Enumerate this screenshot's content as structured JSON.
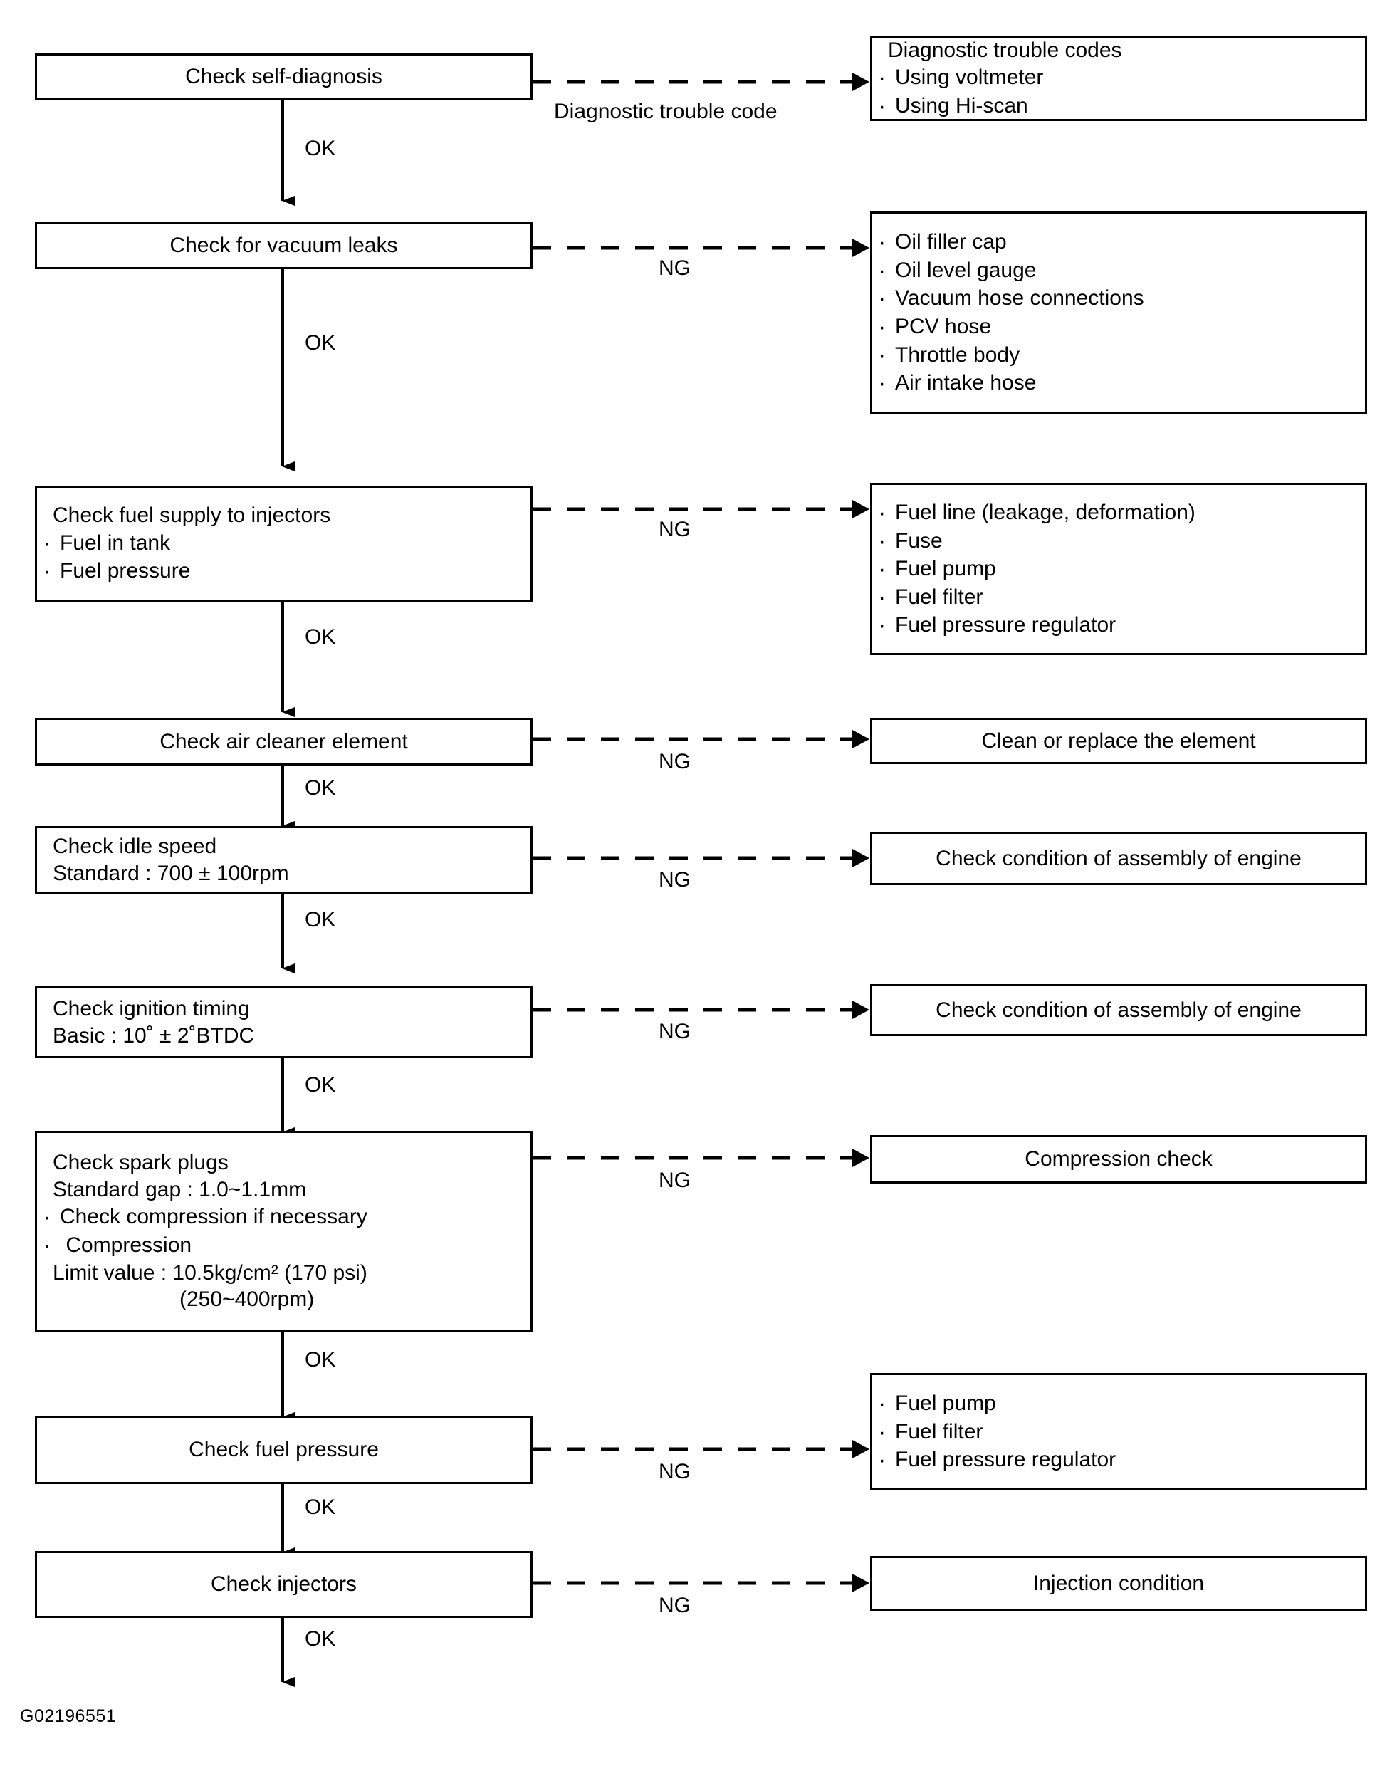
{
  "figure": {
    "code": "G02196551",
    "type": "troubleshooting-flowchart",
    "edge_label_ok": "OK",
    "edge_label_ng": "NG",
    "edge_label_dtc": "Diagnostic trouble code"
  },
  "steps": [
    {
      "id": "check-self-diagnosis",
      "title": "Check self-diagnosis",
      "align": "center",
      "down_label": "OK",
      "branch_label": "Diagnostic trouble code"
    },
    {
      "id": "check-vacuum-leaks",
      "title": "Check for vacuum leaks",
      "align": "center",
      "down_label": "OK",
      "branch_label": "NG"
    },
    {
      "id": "check-fuel-supply",
      "title": "Check fuel supply to injectors",
      "align": "left",
      "bullets": [
        "Fuel in tank",
        "Fuel pressure"
      ],
      "down_label": "OK",
      "branch_label": "NG"
    },
    {
      "id": "check-air-cleaner",
      "title": "Check air cleaner element",
      "align": "center",
      "down_label": "OK",
      "branch_label": "NG"
    },
    {
      "id": "check-idle-speed",
      "title": "Check idle speed",
      "align": "left",
      "lines": [
        "Standard : 700 ± 100rpm"
      ],
      "down_label": "OK",
      "branch_label": "NG"
    },
    {
      "id": "check-ignition-timing",
      "title": "Check ignition timing",
      "align": "left",
      "lines": [
        "Basic : 10˚ ± 2˚BTDC"
      ],
      "down_label": "OK",
      "branch_label": "NG"
    },
    {
      "id": "check-spark-plugs",
      "title": "Check spark plugs",
      "align": "left",
      "line_gap": "Standard gap : 1.0~1.1mm",
      "bullets": [
        "Check compression if necessary",
        " Compression"
      ],
      "line_limit": "Limit value : 10.5kg/cm² (170 psi)",
      "line_limit_rpm": "(250~400rpm)",
      "down_label": "OK",
      "branch_label": "NG"
    },
    {
      "id": "check-fuel-pressure",
      "title": "Check fuel pressure",
      "align": "center",
      "down_label": "OK",
      "branch_label": "NG"
    },
    {
      "id": "check-injectors",
      "title": "Check injectors",
      "align": "center",
      "down_label": "OK",
      "branch_label": "NG"
    }
  ],
  "results": [
    {
      "id": "diagnostic-trouble-codes",
      "title": "Diagnostic trouble codes",
      "align": "left",
      "bullets": [
        "Using voltmeter",
        "Using Hi-scan"
      ]
    },
    {
      "id": "vacuum-leak-items",
      "align": "left",
      "bullets": [
        "Oil filler cap",
        "Oil level gauge",
        "Vacuum hose connections",
        "PCV hose",
        "Throttle body",
        "Air intake hose"
      ]
    },
    {
      "id": "fuel-supply-items",
      "align": "left",
      "bullets": [
        "Fuel line (leakage, deformation)",
        "Fuse",
        "Fuel pump",
        "Fuel filter",
        "Fuel pressure regulator"
      ]
    },
    {
      "id": "clean-replace-element",
      "title": "Clean or replace the element",
      "align": "center"
    },
    {
      "id": "engine-assembly-idle",
      "title": "Check condition of assembly of engine",
      "align": "center"
    },
    {
      "id": "engine-assembly-timing",
      "title": "Check condition of assembly of engine",
      "align": "center"
    },
    {
      "id": "compression-check",
      "title": "Compression check",
      "align": "center"
    },
    {
      "id": "fuel-pressure-items",
      "align": "left",
      "bullets": [
        "Fuel pump",
        "Fuel filter",
        "Fuel pressure regulator"
      ]
    },
    {
      "id": "injection-condition",
      "title": "Injection condition",
      "align": "center"
    }
  ],
  "colors": {
    "line": "#000000",
    "background": "#ffffff",
    "text": "#000000"
  }
}
